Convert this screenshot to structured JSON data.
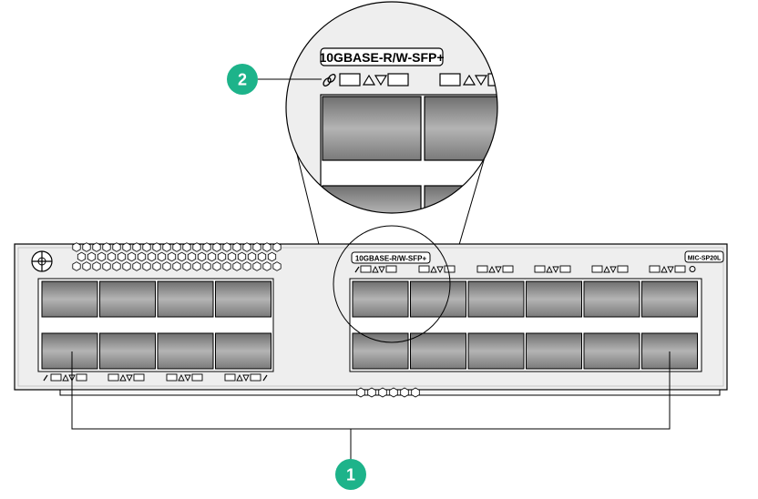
{
  "panel": {
    "port_label": "10GBASE-R/W-SFP+",
    "model_label": "MIC-SP20L"
  },
  "zoom": {
    "port_label": "10GBASE-R/W-SFP+"
  },
  "callouts": [
    {
      "number": "1",
      "color": "#1db38a"
    },
    {
      "number": "2",
      "color": "#1db38a"
    }
  ],
  "colors": {
    "port_fill": "#9a9a9a",
    "panel_fill": "#eeeeee",
    "outline": "#000000"
  }
}
